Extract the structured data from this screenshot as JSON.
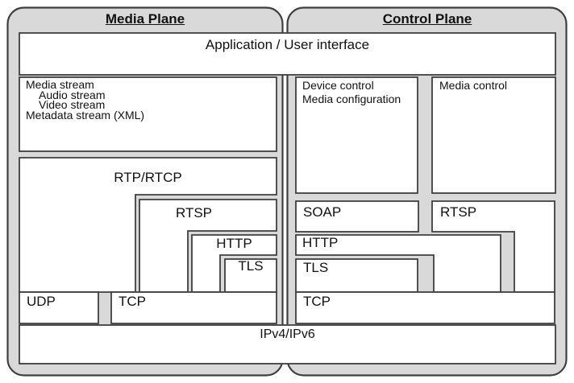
{
  "diagram": {
    "media_plane": {
      "title": "Media Plane"
    },
    "control_plane": {
      "title": "Control Plane"
    },
    "application": {
      "label": "Application / User interface"
    },
    "media_stream": {
      "lines": [
        "Media stream",
        "Audio stream",
        "Video stream",
        "Metadata stream (XML)"
      ]
    },
    "device_control": {
      "lines": [
        "Device control",
        "Media configuration"
      ]
    },
    "media_control": {
      "label": "Media control"
    },
    "protocols": {
      "rtp_rtcp": "RTP/RTCP",
      "rtsp_media": "RTSP",
      "http_media": "HTTP",
      "tls_media": "TLS",
      "udp": "UDP",
      "tcp_media": "TCP",
      "soap": "SOAP",
      "rtsp_control": "RTSP",
      "http_control": "HTTP",
      "tls_control": "TLS",
      "tcp_control": "TCP",
      "ipv4_ipv6": "IPv4/IPv6"
    },
    "colors": {
      "plane_fill": "#d9d9d9",
      "box_fill": "#ffffff",
      "border": "#3f3f3f",
      "text": "#111111"
    }
  }
}
